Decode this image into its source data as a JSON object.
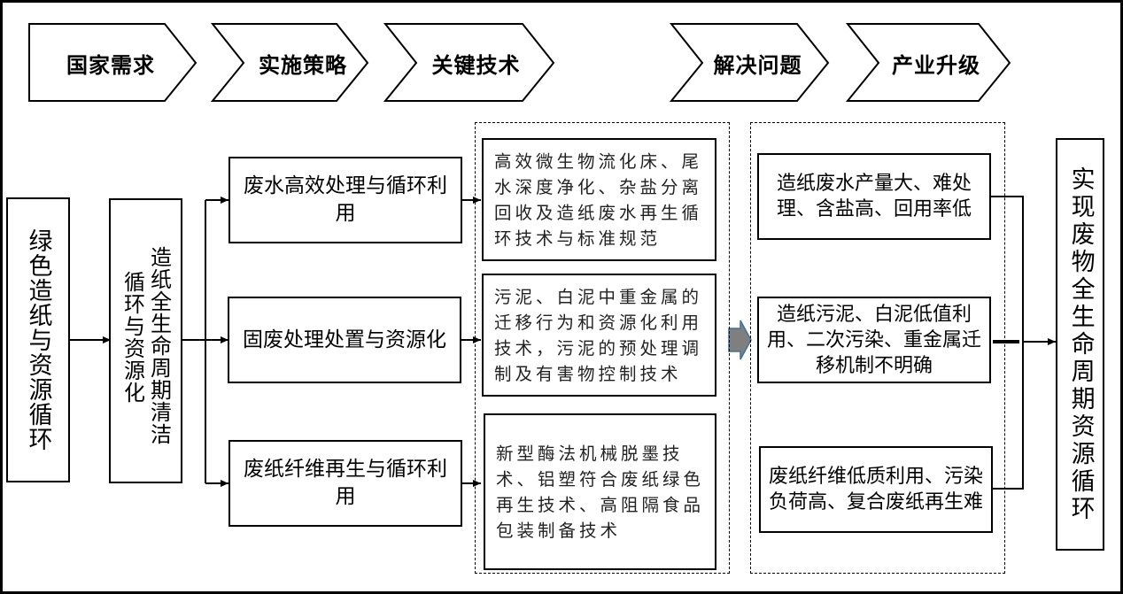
{
  "header_stages": [
    "国家需求",
    "实施策略",
    "关键技术",
    "解决问题",
    "产业升级"
  ],
  "national_demand": {
    "label": "绿色造纸与资源循环"
  },
  "strategy": {
    "column_right": "循环与资源化",
    "column_left": "造纸全生命周期清洁"
  },
  "directions": [
    "废水高效处理与循环利用",
    "固废处理处置与资源化",
    "废纸纤维再生与循环利用"
  ],
  "key_technologies": [
    "高效微生物流化床、尾水深度净化、杂盐分离回收及造纸废水再生循环技术与标准规范",
    "污泥、白泥中重金属的迁移行为和资源化利用技术，污泥的预处理调制及有害物控制技术",
    "新型酶法机械脱墨技术、铝塑符合废纸绿色再生技术、高阻隔食品包装制备技术"
  ],
  "problems": [
    "造纸废水产量大、难处理、含盐高、回用率低",
    "造纸污泥、白泥低值利用、二次污染、重金属迁移机制不明确",
    "废纸纤维低质利用、污染负荷高、复合废纸再生难"
  ],
  "outcome": {
    "label": "实现废物全生命周期资源循环"
  },
  "colors": {
    "big_arrow_fill": "#7f7f7f",
    "big_arrow_stroke": "#41719c"
  }
}
